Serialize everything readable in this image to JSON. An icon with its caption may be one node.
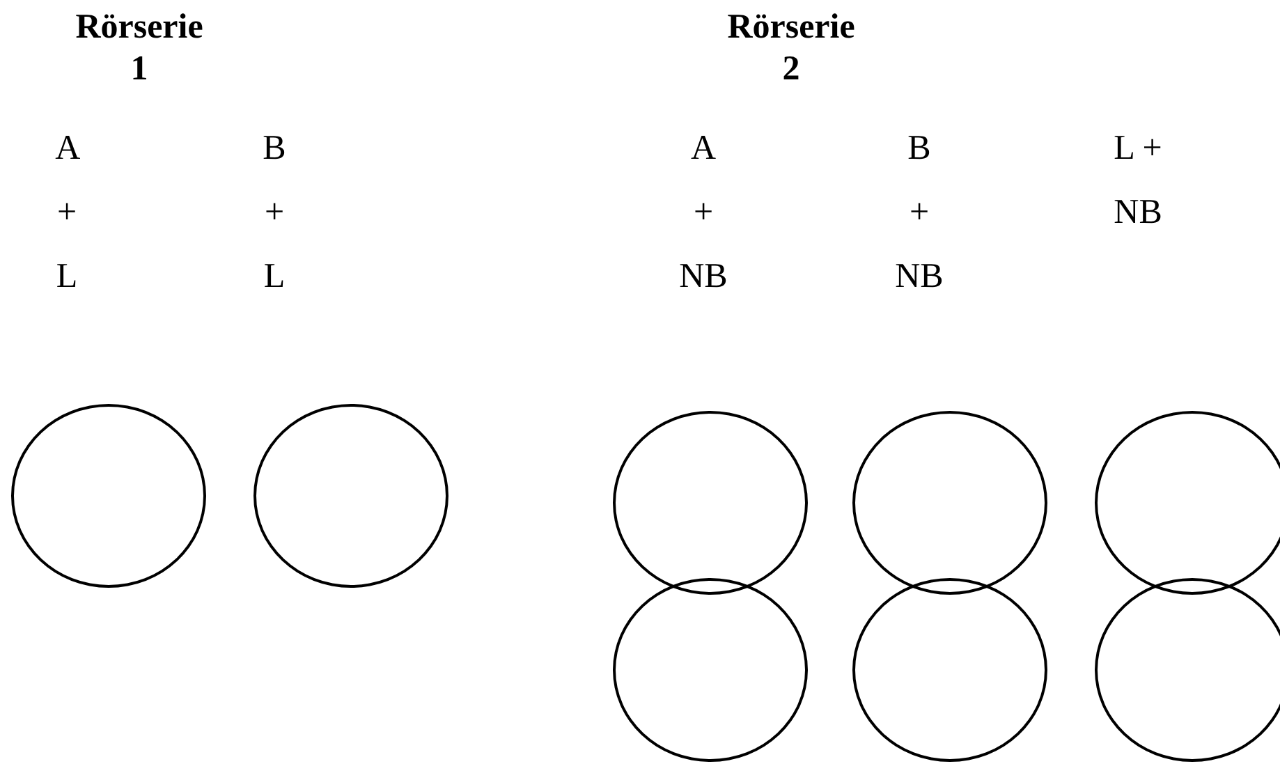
{
  "diagram": {
    "nodes": [
      {
        "text": [],
        "shape": "circle"
      },
      {
        "text": [],
        "shape": "circle"
      },
      {
        "text": [],
        "shape": "circle"
      },
      {
        "text": [],
        "shape": "circle"
      },
      {
        "text": [],
        "shape": "circle"
      },
      {
        "text": [],
        "shape": "circle"
      },
      {
        "text": [],
        "shape": "circle"
      },
      {
        "text": [],
        "shape": "circle"
      }
    ],
    "edges": [],
    "labels": [
      "Rörserie 1",
      "Rörserie 2",
      "A + L",
      "B + L",
      "A + NB",
      "B + NB",
      "L + NB"
    ]
  }
}
